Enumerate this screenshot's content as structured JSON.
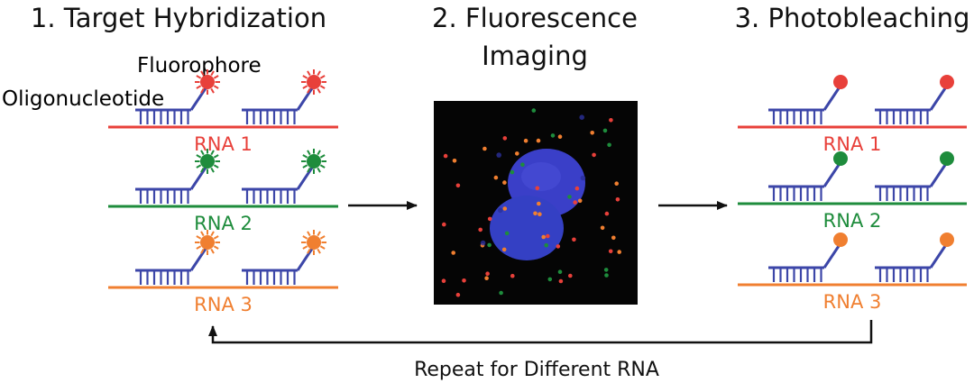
{
  "colors": {
    "rna1": "#e8403a",
    "rna2": "#1e8c3c",
    "rna3": "#f07f30",
    "oligo": "#3c46a8",
    "fluorophore_label": "#e8403a",
    "arrow": "#111111",
    "image_bg": "#050505",
    "nucleus": "#3a3fc8"
  },
  "steps": [
    {
      "title": "1. Target Hybridization"
    },
    {
      "title_line1": "2. Fluorescence",
      "title_line2": "Imaging"
    },
    {
      "title": "3. Photobleaching"
    }
  ],
  "legend": {
    "fluorophore": "Fluorophore",
    "oligonucleotide": "Oligonucleotide"
  },
  "panel1": {
    "rows": [
      {
        "label": "RNA 1",
        "color_key": "rna1",
        "state": "fluorescent"
      },
      {
        "label": "RNA 2",
        "color_key": "rna2",
        "state": "fluorescent"
      },
      {
        "label": "RNA 3",
        "color_key": "rna3",
        "state": "fluorescent"
      }
    ]
  },
  "panel3": {
    "rows": [
      {
        "label": "RNA 1",
        "color_key": "rna1",
        "state": "bleached"
      },
      {
        "label": "RNA 2",
        "color_key": "rna2",
        "state": "bleached"
      },
      {
        "label": "RNA 3",
        "color_key": "rna3",
        "state": "bleached"
      }
    ]
  },
  "feedback": {
    "label": "Repeat for Different RNA"
  }
}
